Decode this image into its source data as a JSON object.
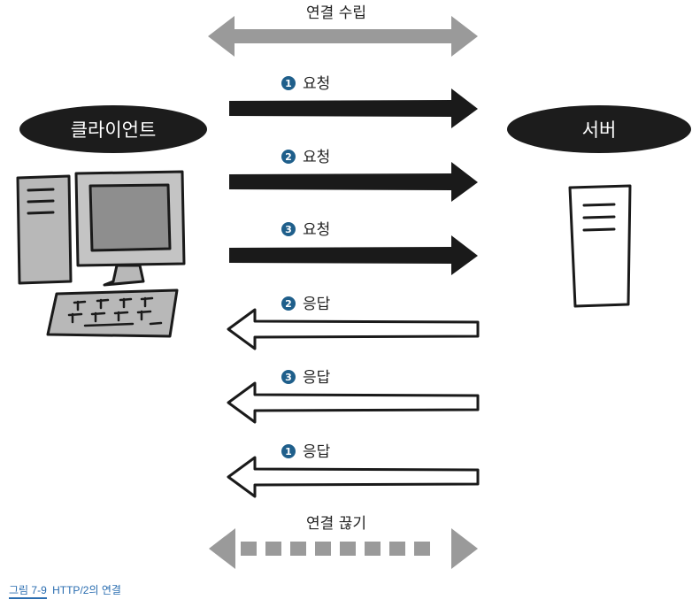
{
  "diagram": {
    "client_label": "클라이언트",
    "server_label": "서버",
    "connect": {
      "label": "연결 수립"
    },
    "disconnect": {
      "label": "연결 끊기"
    },
    "messages": [
      {
        "number": "1",
        "label": "요청",
        "direction": "to-server"
      },
      {
        "number": "2",
        "label": "요청",
        "direction": "to-server"
      },
      {
        "number": "3",
        "label": "요청",
        "direction": "to-server"
      },
      {
        "number": "2",
        "label": "응답",
        "direction": "to-client"
      },
      {
        "number": "3",
        "label": "응답",
        "direction": "to-client"
      },
      {
        "number": "1",
        "label": "응답",
        "direction": "to-client"
      }
    ],
    "colors": {
      "pill": "#1c1c1c",
      "badge": "#1f5f8b",
      "gray_arrow": "#9a9a9a",
      "request_arrow": "#1a1a1a",
      "device_gray": "#b8b8b8"
    }
  },
  "caption": {
    "label": "그림 7-9",
    "text": "HTTP/2의 연결"
  }
}
